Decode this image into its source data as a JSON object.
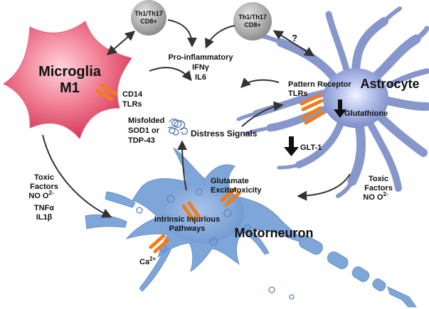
{
  "cells": {
    "microglia": {
      "line1": "Microglia",
      "line2": "M1"
    },
    "astrocyte": {
      "label": "Astrocyte"
    },
    "motorneuron": {
      "label": "Motorneuron"
    },
    "tcell_left": {
      "line1": "Th1/Th17",
      "line2": "CD8+"
    },
    "tcell_right": {
      "line1": "Th1/Th17",
      "line2": "CD8+"
    }
  },
  "labels": {
    "pro_inflammatory": [
      "Pro-inflammatory",
      "IFNγ",
      "IL6"
    ],
    "cd14_tlrs": [
      "CD14",
      "TLRs"
    ],
    "pattern_receptor": [
      "Pattern Receptor",
      "TLRs"
    ],
    "glutathione": "Glutathione",
    "glt1": "GLT-1",
    "question": "?",
    "misfolded": [
      "Misfolded",
      "SOD1 or",
      "TDP-43"
    ],
    "distress": "Distress Signals",
    "glutamate": [
      "Glutamate",
      "Excitotoxicity"
    ],
    "intrinsic": [
      "Intrinsic Injurious",
      "Pathways"
    ],
    "toxic_left": {
      "line1": "Toxic",
      "line2": "Factors",
      "line3_base": "NO O",
      "line3_sup": "2-",
      "line4": "TNFα",
      "line5": "IL1β"
    },
    "toxic_right": {
      "line1": "Toxic",
      "line2": "Factors",
      "line3_base": "NO O",
      "line3_sup": "2-"
    },
    "calcium": {
      "base": "Ca",
      "sup": "2+"
    }
  },
  "colors": {
    "microglia_fill": "#e8506e",
    "astrocyte_fill": "#8e9fd0",
    "neuron_fill": "#7fa6d8",
    "tcell_fill": "#a8a8a8",
    "receptor": "#ef7d1a",
    "arrow": "#333333"
  }
}
